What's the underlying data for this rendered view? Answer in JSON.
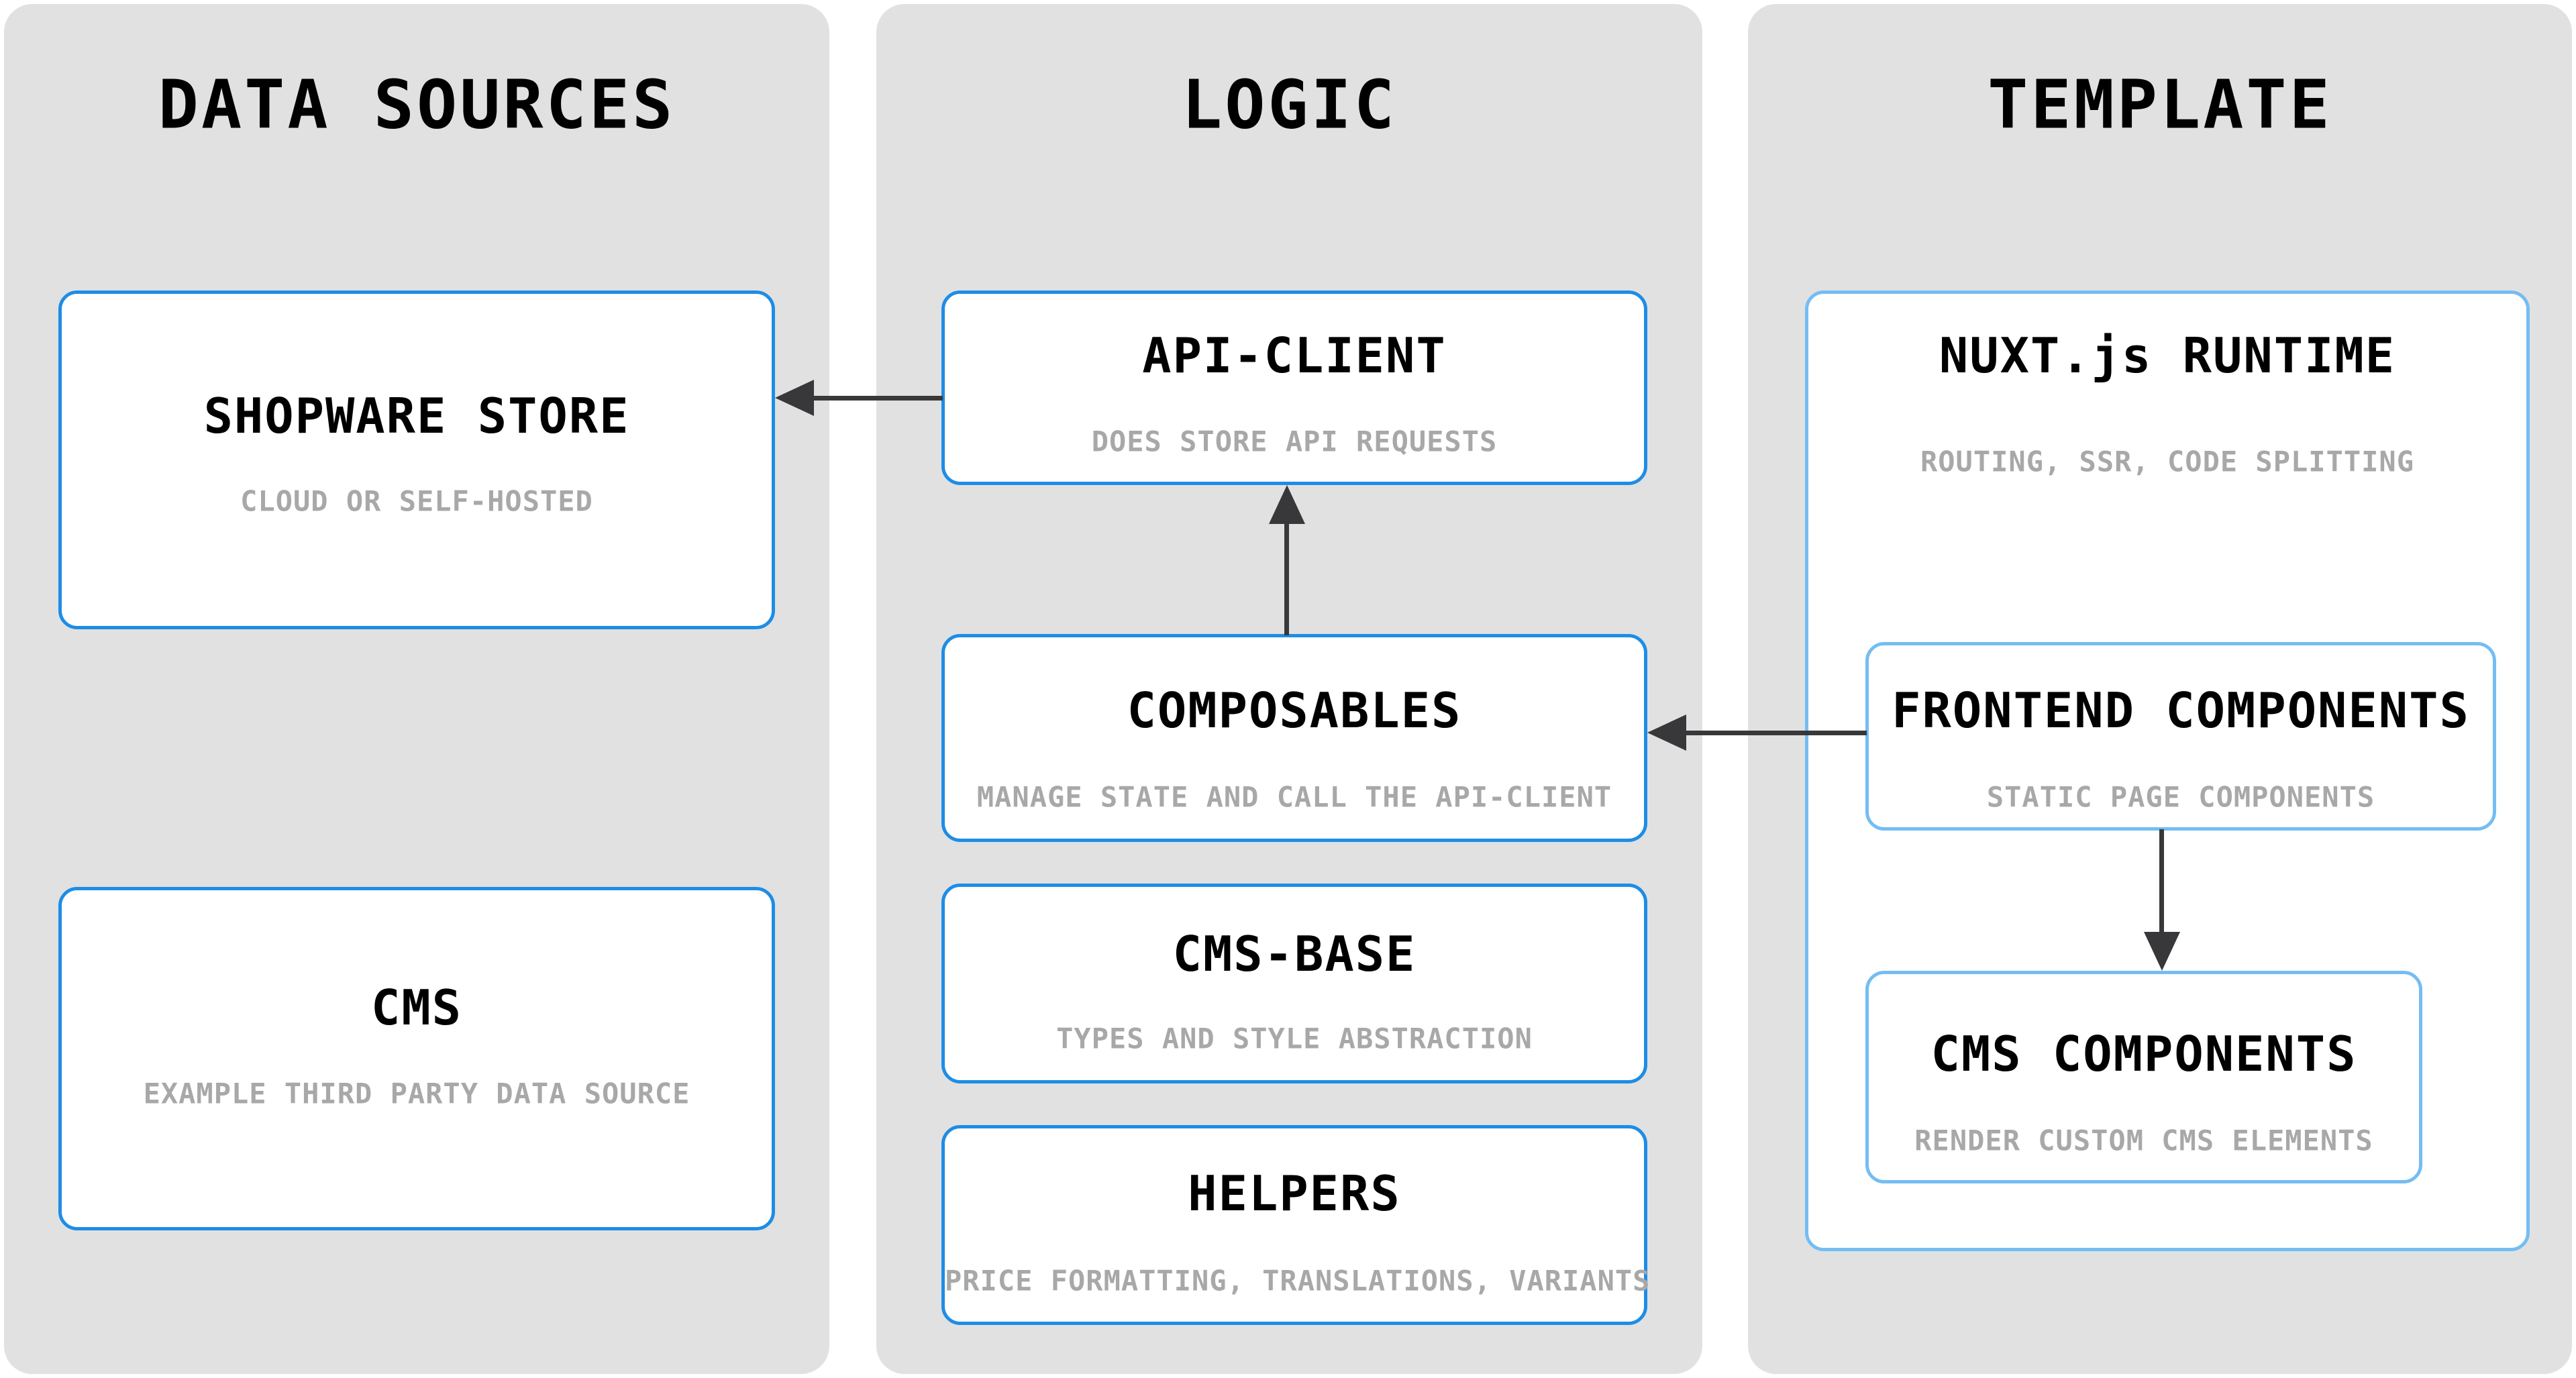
{
  "colors": {
    "page_background": "#ffffff",
    "column_background": "#e1e1e1",
    "box_background": "#ffffff",
    "box_border_strong_blue": "#1d8de6",
    "box_border_light_blue": "#74bdf3",
    "arrow": "#38383a",
    "title_text": "#000000",
    "subtitle_text": "#a8a8a8"
  },
  "columns": [
    {
      "title": "DATA SOURCES"
    },
    {
      "title": "LOGIC"
    },
    {
      "title": "TEMPLATE"
    }
  ],
  "boxes": {
    "shopware": {
      "title": "SHOPWARE STORE",
      "subtitle": "CLOUD OR SELF-HOSTED"
    },
    "cms": {
      "title": "CMS",
      "subtitle": "EXAMPLE THIRD PARTY DATA SOURCE"
    },
    "api_client": {
      "title": "API-CLIENT",
      "subtitle": "DOES STORE API REQUESTS"
    },
    "composables": {
      "title": "COMPOSABLES",
      "subtitle": "MANAGE STATE AND CALL THE API-CLIENT"
    },
    "cms_base": {
      "title": "CMS-BASE",
      "subtitle": "TYPES AND STYLE ABSTRACTION"
    },
    "helpers": {
      "title": "HELPERS",
      "subtitle": "PRICE FORMATTING, TRANSLATIONS, VARIANTS"
    },
    "nuxt_runtime": {
      "title": "NUXT.js RUNTIME",
      "subtitle": "ROUTING, SSR, CODE SPLITTING"
    },
    "frontend_components": {
      "title": "FRONTEND COMPONENTS",
      "subtitle": "STATIC PAGE COMPONENTS"
    },
    "cms_components": {
      "title": "CMS COMPONENTS",
      "subtitle": "RENDER CUSTOM CMS ELEMENTS"
    }
  },
  "arrows": [
    {
      "name": "api-client-to-shopware-store",
      "direction": "left"
    },
    {
      "name": "composables-to-api-client",
      "direction": "up"
    },
    {
      "name": "frontend-components-to-composables",
      "direction": "left"
    },
    {
      "name": "frontend-components-to-cms-components",
      "direction": "down"
    }
  ]
}
